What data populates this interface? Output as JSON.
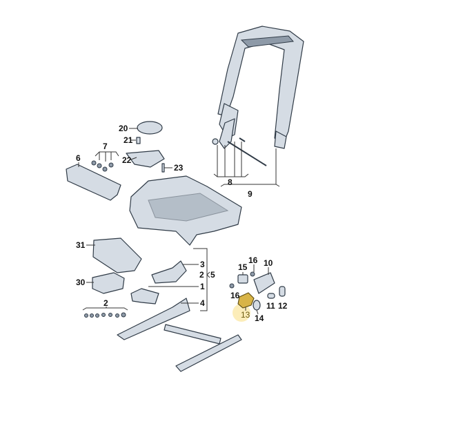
{
  "diagram": {
    "callouts": [
      "20",
      "21",
      "7",
      "6",
      "22",
      "23",
      "8",
      "9",
      "31",
      "3",
      "2",
      "5",
      "15",
      "16",
      "10",
      "30",
      "1",
      "4",
      "16",
      "11",
      "12",
      "13",
      "14",
      "2"
    ],
    "highlighted_part": "13",
    "colors": {
      "part_fill": "#d5dce4",
      "outline": "#2f3a46",
      "highlight": "#d8b447",
      "highlight_marker": "#fbe7a1"
    }
  }
}
